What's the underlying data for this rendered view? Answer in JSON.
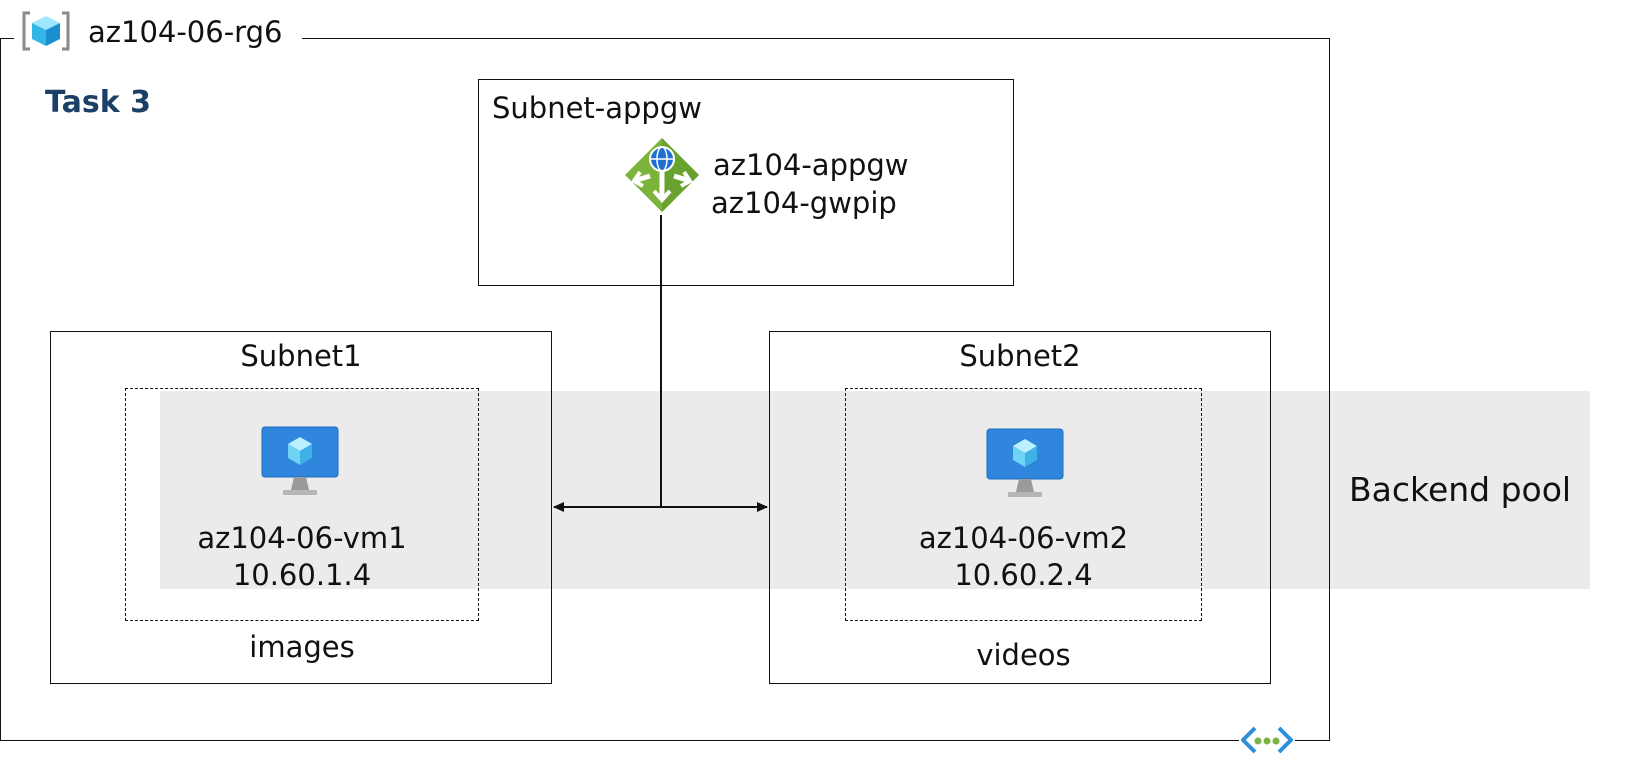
{
  "resource_group": {
    "name": "az104-06-rg6",
    "icon": "resource-group-icon"
  },
  "task": {
    "label": "Task 3"
  },
  "subnet_appgw": {
    "title": "Subnet-appgw",
    "gateway_icon": "application-gateway-icon",
    "gateway_name": "az104-appgw",
    "public_ip_name": "az104-gwpip"
  },
  "subnet1": {
    "title": "Subnet1",
    "vm_icon": "virtual-machine-icon",
    "vm_name": "az104-06-vm1",
    "vm_ip": "10.60.1.4",
    "path_label": "images"
  },
  "subnet2": {
    "title": "Subnet2",
    "vm_icon": "virtual-machine-icon",
    "vm_name": "az104-06-vm2",
    "vm_ip": "10.60.2.4",
    "path_label": "videos"
  },
  "backend_pool": {
    "label": "Backend pool"
  },
  "vnet": {
    "icon": "virtual-network-icon"
  },
  "colors": {
    "task_text": "#1b3f66",
    "band": "#ebebeb",
    "gateway_green": "#7bb33b",
    "vm_blue": "#2f86dc",
    "vnet_blue": "#2b8fdc",
    "vnet_green": "#7ab541"
  }
}
